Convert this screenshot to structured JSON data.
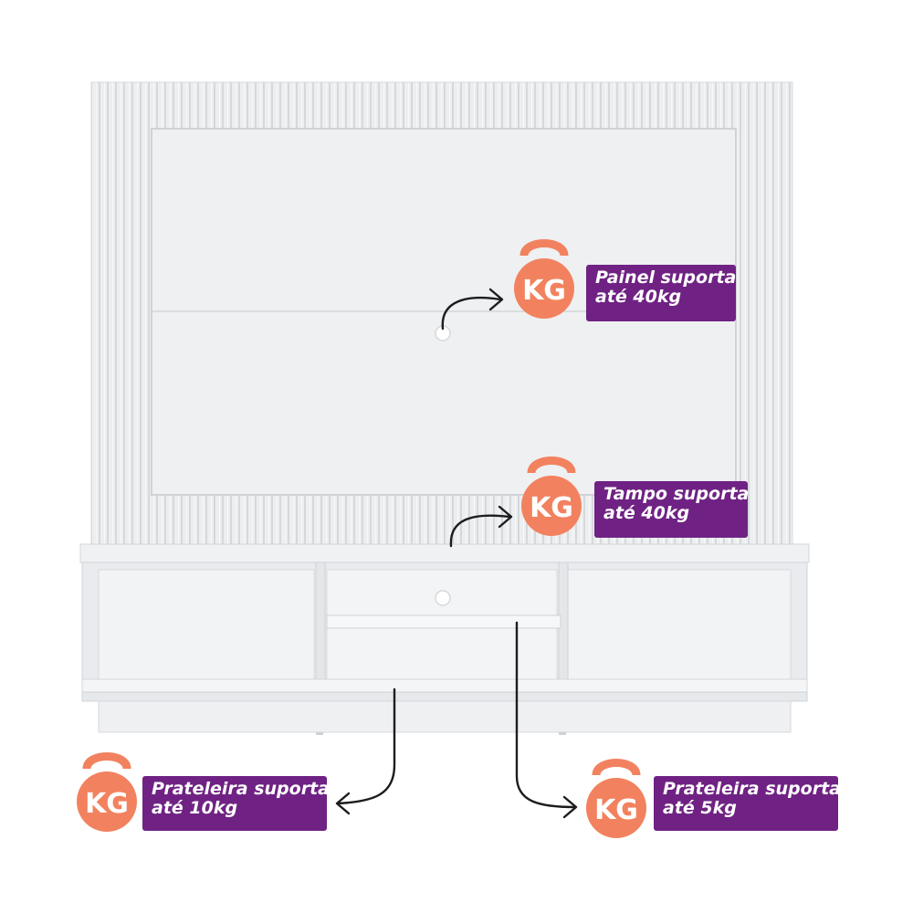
{
  "colors": {
    "label_background": "#6f2283",
    "label_text": "#ffffff",
    "kettlebell": "#f2825f",
    "furniture": "#eef0f2"
  },
  "icon_text": "KG",
  "callouts": {
    "panel": {
      "line1": "Painel suporta",
      "line2": "até 40kg"
    },
    "top": {
      "line1": "Tampo suporta",
      "line2": "até 40kg"
    },
    "shelf_large": {
      "line1": "Prateleira suporta",
      "line2": "até 10kg"
    },
    "shelf_small": {
      "line1": "Prateleira suporta",
      "line2": "até 5kg"
    }
  }
}
